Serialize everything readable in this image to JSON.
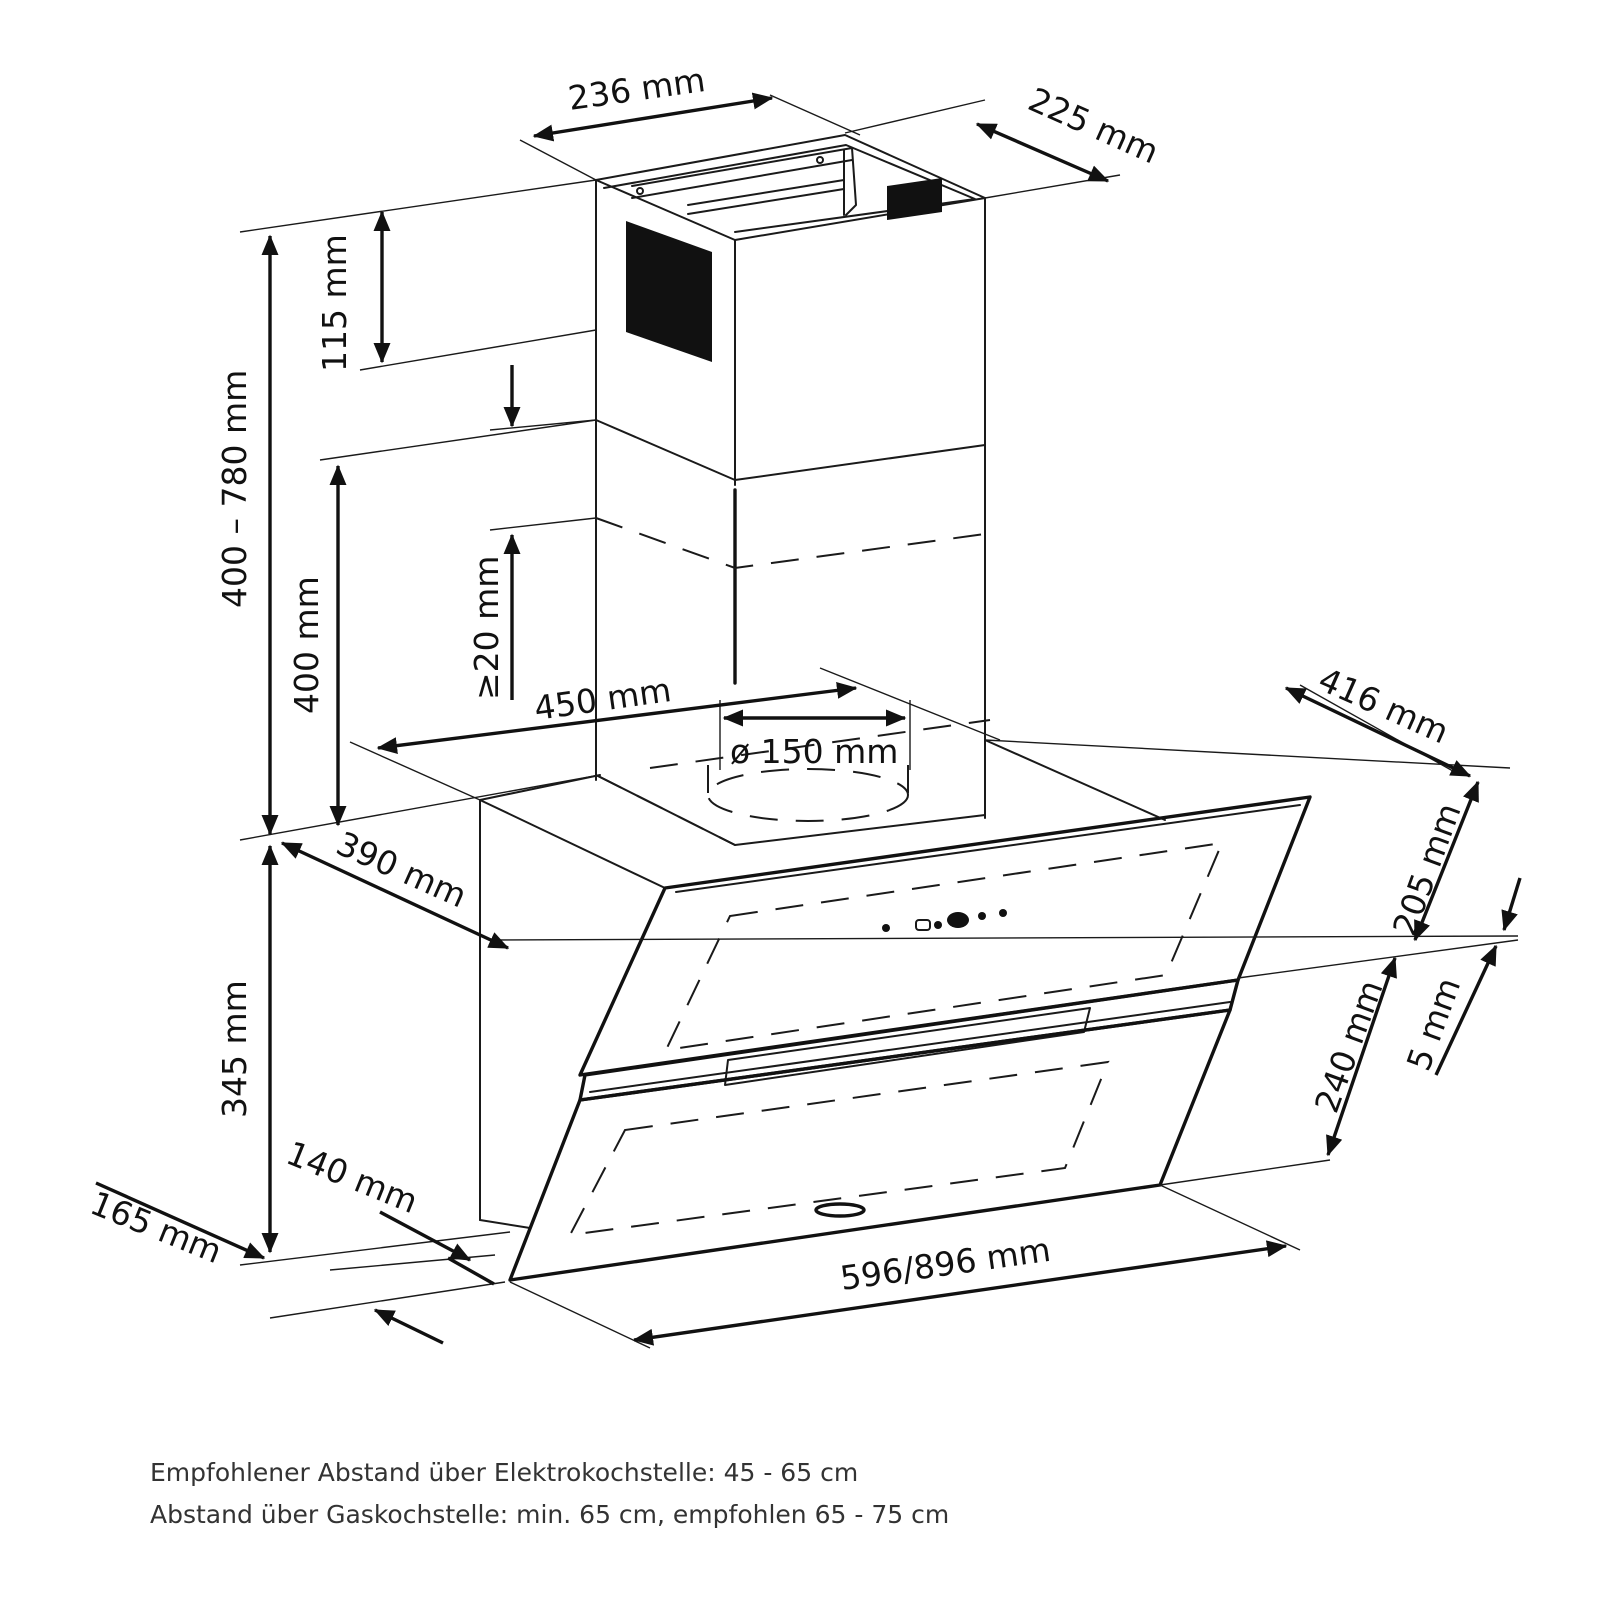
{
  "dimensions": {
    "chimney_width": "236 mm",
    "chimney_depth": "225 mm",
    "top_segment": "115 mm",
    "total_height": "400 – 780 mm",
    "lower_chimney": "400 mm",
    "min_overlap": "≥20 mm",
    "duct_spacing": "450 mm",
    "duct_diameter": "ø 150 mm",
    "body_depth": "416 mm",
    "body_side_depth": "390 mm",
    "upper_glass": "205 mm",
    "lower_glass": "240 mm",
    "gap": "5 mm",
    "body_height": "345 mm",
    "depth_140": "140 mm",
    "depth_165": "165 mm",
    "width": "596/896 mm"
  },
  "notes": {
    "line1": "Empfohlener Abstand über Elektrokochstelle: 45 - 65 cm",
    "line2": "Abstand über Gaskochstelle: min. 65 cm, empfohlen 65 - 75 cm"
  }
}
